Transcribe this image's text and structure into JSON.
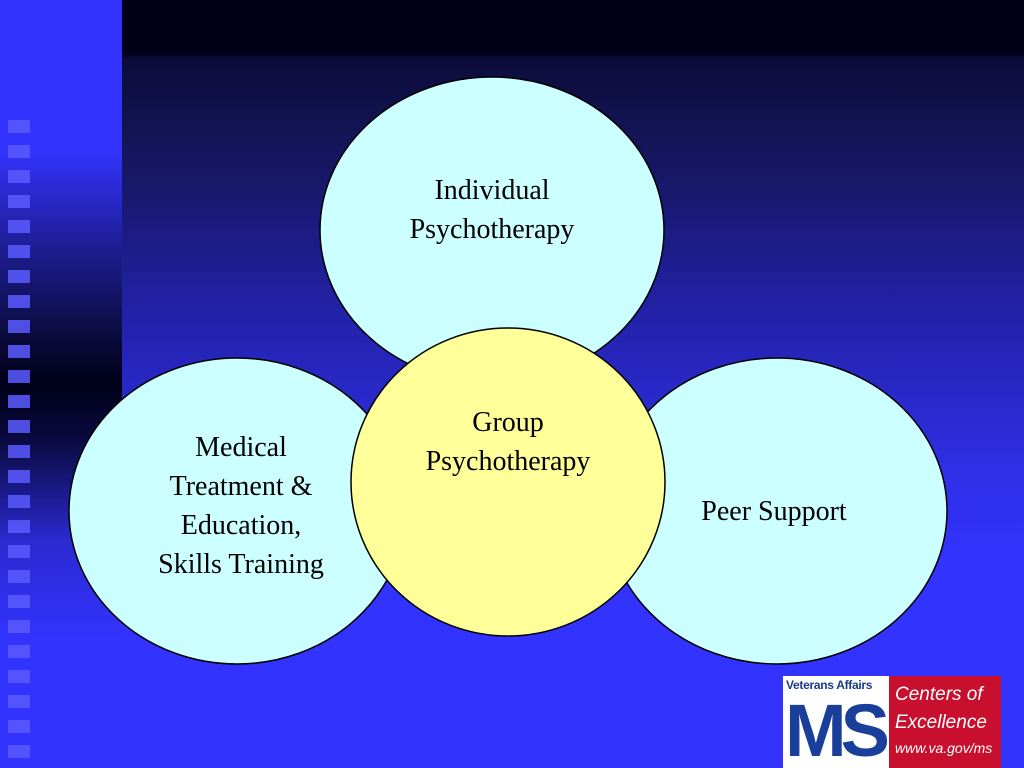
{
  "diagram": {
    "nodes": [
      {
        "id": "individual",
        "label": "Individual\nPsychotherapy",
        "shape": "ellipse",
        "fill": "#ccffff"
      },
      {
        "id": "medical",
        "label": "Medical\nTreatment &\nEducation,\nSkills Training",
        "shape": "ellipse",
        "fill": "#ccffff"
      },
      {
        "id": "peer",
        "label": "Peer Support",
        "shape": "ellipse",
        "fill": "#ccffff"
      },
      {
        "id": "group",
        "label": "Group\nPsychotherapy",
        "shape": "circle",
        "fill": "#ffff99"
      }
    ],
    "stroke": "#000000",
    "background": "#3333ff"
  },
  "logo": {
    "agency": "Veterans Affairs",
    "mark": "MS",
    "line1": "Centers of",
    "line2": "Excellence",
    "url": "www.va.gov/ms",
    "colors": {
      "blue": "#1a3f9a",
      "red": "#c8102e"
    }
  }
}
